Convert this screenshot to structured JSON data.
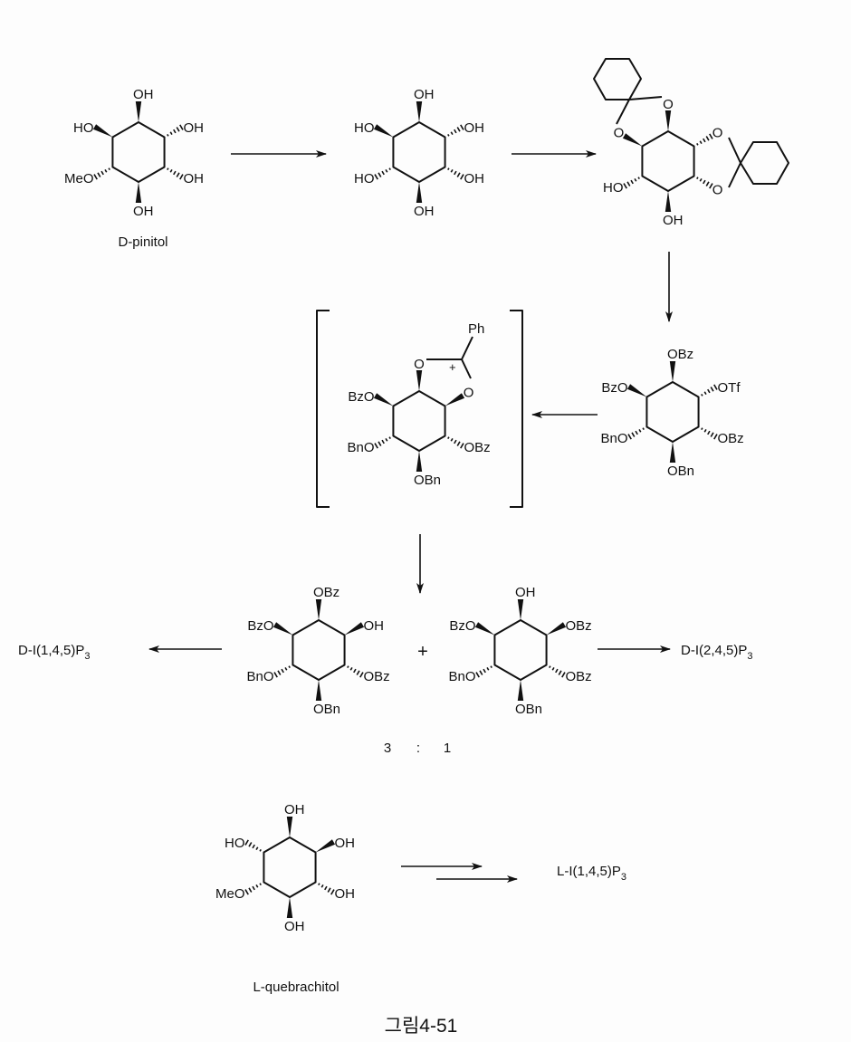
{
  "molecules": {
    "d_pinitol": {
      "name": "D-pinitol",
      "subs": [
        {
          "pos": 0,
          "type": "wedge",
          "label": "OH"
        },
        {
          "pos": 5,
          "type": "wedge",
          "label": "HO"
        },
        {
          "pos": 1,
          "type": "hash",
          "label": "OH"
        },
        {
          "pos": 2,
          "type": "hash",
          "label": "OH"
        },
        {
          "pos": 3,
          "type": "wedge",
          "label": "OH"
        },
        {
          "pos": 4,
          "type": "hash",
          "label": "MeO"
        }
      ]
    },
    "inositol": {
      "subs": [
        {
          "pos": 0,
          "type": "wedge",
          "label": "OH"
        },
        {
          "pos": 5,
          "type": "wedge",
          "label": "HO"
        },
        {
          "pos": 1,
          "type": "hash",
          "label": "OH"
        },
        {
          "pos": 2,
          "type": "hash",
          "label": "OH"
        },
        {
          "pos": 3,
          "type": "wedge",
          "label": "OH"
        },
        {
          "pos": 4,
          "type": "hash",
          "label": "HO"
        }
      ]
    },
    "diketal": {
      "subs": [
        {
          "pos": 0,
          "type": "wedge",
          "label": "O",
          "center": true
        },
        {
          "pos": 5,
          "type": "wedge",
          "label": "O",
          "center": true
        },
        {
          "pos": 1,
          "type": "hash",
          "label": "O",
          "center": true
        },
        {
          "pos": 2,
          "type": "hash",
          "label": "O",
          "center": true
        },
        {
          "pos": 3,
          "type": "wedge",
          "label": "OH"
        },
        {
          "pos": 4,
          "type": "hash",
          "label": "HO"
        }
      ]
    },
    "triflate": {
      "subs": [
        {
          "pos": 0,
          "type": "wedge",
          "label": "OBz"
        },
        {
          "pos": 5,
          "type": "wedge",
          "label": "BzO"
        },
        {
          "pos": 1,
          "type": "hash",
          "label": "OTf"
        },
        {
          "pos": 2,
          "type": "hash",
          "label": "OBz"
        },
        {
          "pos": 3,
          "type": "wedge",
          "label": "OBn"
        },
        {
          "pos": 4,
          "type": "hash",
          "label": "BnO"
        }
      ]
    },
    "intermediate": {
      "phenyl": "Ph",
      "charge": "+",
      "subs": [
        {
          "pos": 0,
          "type": "wedge",
          "label": "O",
          "center": true
        },
        {
          "pos": 1,
          "type": "wedge",
          "label": "O",
          "center": true
        },
        {
          "pos": 5,
          "type": "wedge",
          "label": "BzO"
        },
        {
          "pos": 2,
          "type": "hash",
          "label": "OBz"
        },
        {
          "pos": 3,
          "type": "wedge",
          "label": "OBn"
        },
        {
          "pos": 4,
          "type": "hash",
          "label": "BnO"
        }
      ]
    },
    "product_a": {
      "subs": [
        {
          "pos": 0,
          "type": "wedge",
          "label": "OBz"
        },
        {
          "pos": 5,
          "type": "wedge",
          "label": "BzO"
        },
        {
          "pos": 1,
          "type": "wedge",
          "label": "OH"
        },
        {
          "pos": 2,
          "type": "hash",
          "label": "OBz"
        },
        {
          "pos": 3,
          "type": "wedge",
          "label": "OBn"
        },
        {
          "pos": 4,
          "type": "hash",
          "label": "BnO"
        }
      ]
    },
    "product_b": {
      "subs": [
        {
          "pos": 0,
          "type": "wedge",
          "label": "OH"
        },
        {
          "pos": 5,
          "type": "wedge",
          "label": "BzO"
        },
        {
          "pos": 1,
          "type": "wedge",
          "label": "OBz"
        },
        {
          "pos": 2,
          "type": "hash",
          "label": "OBz"
        },
        {
          "pos": 3,
          "type": "wedge",
          "label": "OBn"
        },
        {
          "pos": 4,
          "type": "hash",
          "label": "BnO"
        }
      ]
    },
    "l_quebrachitol": {
      "name": "L-quebrachitol",
      "subs": [
        {
          "pos": 0,
          "type": "wedge",
          "label": "OH"
        },
        {
          "pos": 5,
          "type": "hash",
          "label": "HO"
        },
        {
          "pos": 1,
          "type": "wedge",
          "label": "OH"
        },
        {
          "pos": 2,
          "type": "hash",
          "label": "OH"
        },
        {
          "pos": 3,
          "type": "wedge",
          "label": "OH"
        },
        {
          "pos": 4,
          "type": "hash",
          "label": "MeO"
        }
      ]
    }
  },
  "plus_sign": "+",
  "ratio": {
    "left": "3",
    "sep": ":",
    "right": "1"
  },
  "products": {
    "d_145": {
      "text": "D-I(1,4,5)P",
      "sub": "3"
    },
    "d_245": {
      "text": "D-I(2,4,5)P",
      "sub": "3"
    },
    "l_145": {
      "text": "L-I(1,4,5)P",
      "sub": "3"
    }
  },
  "caption": "그림4-51"
}
